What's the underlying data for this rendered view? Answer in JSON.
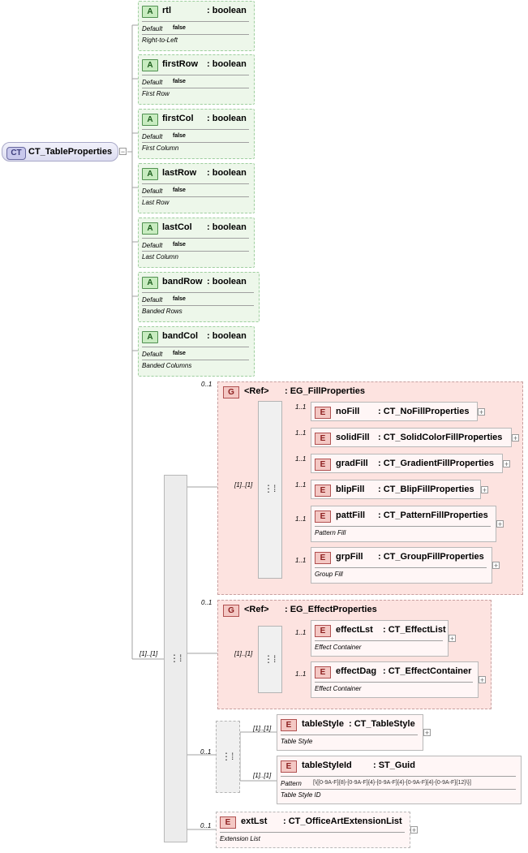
{
  "root": {
    "badge": "CT",
    "name": "CT_TableProperties"
  },
  "attributes": [
    {
      "badge": "A",
      "name": "rtl",
      "type": ": boolean",
      "default_label": "Default",
      "default_value": "false",
      "doc": "Right-to-Left"
    },
    {
      "badge": "A",
      "name": "firstRow",
      "type": ": boolean",
      "default_label": "Default",
      "default_value": "false",
      "doc": "First Row"
    },
    {
      "badge": "A",
      "name": "firstCol",
      "type": ": boolean",
      "default_label": "Default",
      "default_value": "false",
      "doc": "First Column"
    },
    {
      "badge": "A",
      "name": "lastRow",
      "type": ": boolean",
      "default_label": "Default",
      "default_value": "false",
      "doc": "Last Row"
    },
    {
      "badge": "A",
      "name": "lastCol",
      "type": ": boolean",
      "default_label": "Default",
      "default_value": "false",
      "doc": "Last Column"
    },
    {
      "badge": "A",
      "name": "bandRow",
      "type": ": boolean",
      "default_label": "Default",
      "default_value": "false",
      "doc": "Banded Rows"
    },
    {
      "badge": "A",
      "name": "bandCol",
      "type": ": boolean",
      "default_label": "Default",
      "default_value": "false",
      "doc": "Banded Columns"
    }
  ],
  "main_sequence": {
    "cardinality": "[1]..[1]"
  },
  "fill_group": {
    "cardinality": "0..1",
    "badge": "G",
    "ref": "<Ref>",
    "name": ": EG_FillProperties",
    "choice_cardinality": "[1]..[1]",
    "elements": [
      {
        "badge": "E",
        "name": "noFill",
        "type": ": CT_NoFillProperties",
        "cardinality": "1..1",
        "doc": ""
      },
      {
        "badge": "E",
        "name": "solidFill",
        "type": ": CT_SolidColorFillProperties",
        "cardinality": "1..1",
        "doc": ""
      },
      {
        "badge": "E",
        "name": "gradFill",
        "type": ": CT_GradientFillProperties",
        "cardinality": "1..1",
        "doc": ""
      },
      {
        "badge": "E",
        "name": "blipFill",
        "type": ": CT_BlipFillProperties",
        "cardinality": "1..1",
        "doc": ""
      },
      {
        "badge": "E",
        "name": "pattFill",
        "type": ": CT_PatternFillProperties",
        "cardinality": "1..1",
        "doc": "Pattern Fill"
      },
      {
        "badge": "E",
        "name": "grpFill",
        "type": ": CT_GroupFillProperties",
        "cardinality": "1..1",
        "doc": "Group Fill"
      }
    ]
  },
  "effect_group": {
    "cardinality": "0..1",
    "badge": "G",
    "ref": "<Ref>",
    "name": ": EG_EffectProperties",
    "choice_cardinality": "[1]..[1]",
    "elements": [
      {
        "badge": "E",
        "name": "effectLst",
        "type": ": CT_EffectList",
        "cardinality": "1..1",
        "doc": "Effect Container"
      },
      {
        "badge": "E",
        "name": "effectDag",
        "type": ": CT_EffectContainer",
        "cardinality": "1..1",
        "doc": "Effect Container"
      }
    ]
  },
  "style_choice": {
    "cardinality": "0..1",
    "elements": [
      {
        "badge": "E",
        "name": "tableStyle",
        "type": ": CT_TableStyle",
        "cardinality": "[1]..[1]",
        "doc": "Table Style"
      },
      {
        "badge": "E",
        "name": "tableStyleId",
        "type": ": ST_Guid",
        "cardinality": "[1]..[1]",
        "pattern_label": "Pattern",
        "pattern": "[\\{[0-9A-F]{8}-[0-9A-F]{4}-[0-9A-F]{4}-[0-9A-F]{4}-[0-9A-F]{12}\\}]",
        "doc": "Table Style ID"
      }
    ]
  },
  "ext": {
    "badge": "E",
    "name": "extLst",
    "type": ": CT_OfficeArtExtensionList",
    "cardinality": "0..1",
    "doc": "Extension List"
  },
  "icons": {
    "sequence": "sequence-icon",
    "choice": "choice-icon",
    "expand": "expand-plus-icon",
    "collapse": "collapse-minus-icon"
  },
  "colors": {
    "attribute_fill": "#edf7ea",
    "group_fill": "#fde3e0",
    "element_fill": "#fff6f6",
    "ct_fill": "#dcdcf0"
  }
}
